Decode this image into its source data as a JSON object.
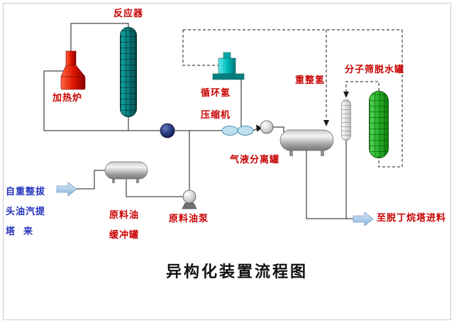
{
  "diagram": {
    "title": "异构化装置流程图",
    "equipment_labels": {
      "reactor": "反应器",
      "heating_furnace": "加热炉",
      "recycle_hydrogen": "循环氢",
      "compressor": "压缩机",
      "gas_liquid_separator": "气液分离罐",
      "reforming_hydrogen": "重整氢",
      "molecular_sieve_dehydration_tank": "分子筛脱水罐",
      "feed_oil": "原料油",
      "buffer_tank": "缓冲罐",
      "feed_oil_pump": "原料油泵"
    },
    "stream_labels": {
      "inlet_line1": "自重整拔",
      "inlet_line2": "头油汽提",
      "inlet_line3": "塔  来",
      "outlet": "至脱丁烷塔进料"
    },
    "colors": {
      "label_red": "#c80000",
      "stream_blue": "#2233bb",
      "reactor_teal": "#0a8080",
      "furnace_red": "#e01800",
      "dehydrator_green": "#2cb42c",
      "compressor_cyan": "#00bcbc",
      "pipe_black": "#1a1a1a",
      "flow_arrow_blue": "#aecdec"
    }
  }
}
